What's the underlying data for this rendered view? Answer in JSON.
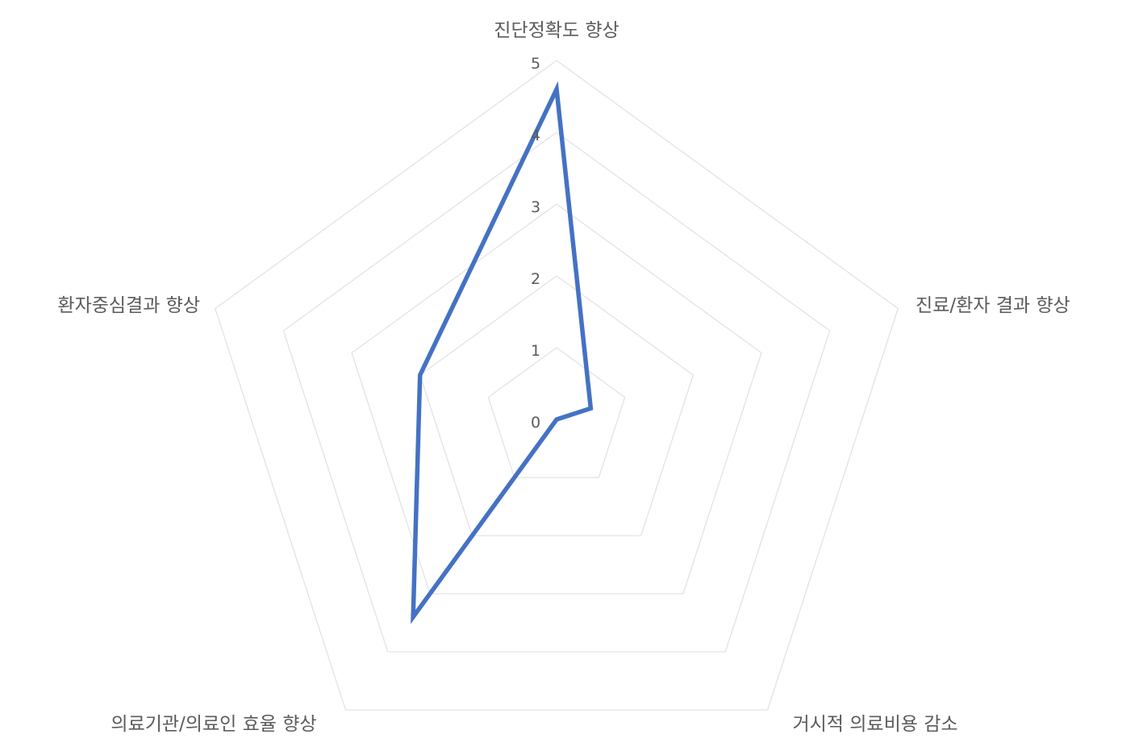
{
  "chart_data": {
    "type": "radar",
    "title": "",
    "categories": [
      "진단정확도 향상",
      "진료/환자 결과 향상",
      "거시적 의료비용 감소",
      "의료기관/의료인 효율 향상",
      "환자중심결과 향상"
    ],
    "series": [
      {
        "values": [
          4.6,
          0.5,
          0.0,
          3.4,
          2.0
        ]
      }
    ],
    "r_range": [
      0,
      5
    ],
    "ticks": [
      "0",
      "1",
      "2",
      "3",
      "4",
      "5"
    ],
    "grid": true,
    "legend": "none",
    "colors": {
      "series": "#4472c4",
      "grid": "#e3e3e3",
      "text": "#5b5b5b"
    }
  }
}
